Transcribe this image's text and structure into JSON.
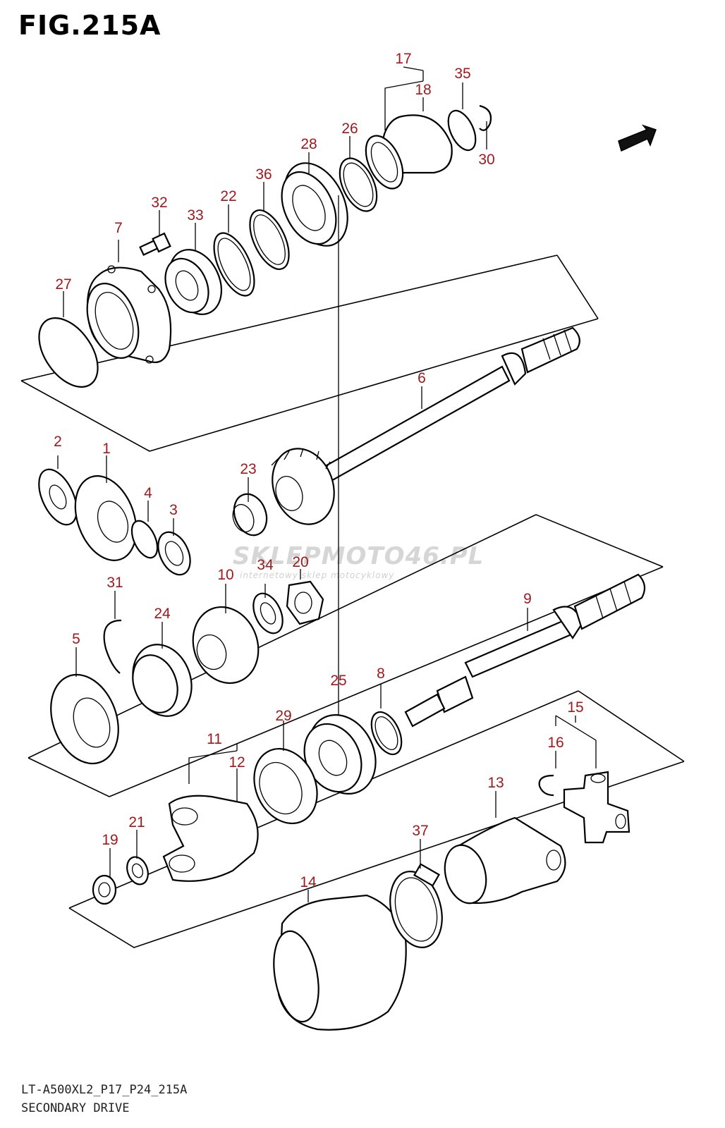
{
  "figure": {
    "title": "FIG.215A",
    "code": "LT-A500XL2_P17_P24_215A",
    "name": "SECONDARY DRIVE"
  },
  "watermark": {
    "main": "SKLEPMOTO46.PL",
    "sub": "internetowy sklep motocyklowy"
  },
  "callouts": [
    "1",
    "2",
    "3",
    "4",
    "5",
    "6",
    "7",
    "8",
    "9",
    "10",
    "11",
    "12",
    "13",
    "14",
    "15",
    "16",
    "17",
    "18",
    "19",
    "20",
    "21",
    "22",
    "23",
    "24",
    "25",
    "26",
    "27",
    "28",
    "29",
    "30",
    "31",
    "32",
    "33",
    "34",
    "35",
    "36",
    "37"
  ],
  "colors": {
    "callout": "#a0191c",
    "line": "#000000"
  },
  "icons": {
    "direction": "front-arrow-icon"
  }
}
